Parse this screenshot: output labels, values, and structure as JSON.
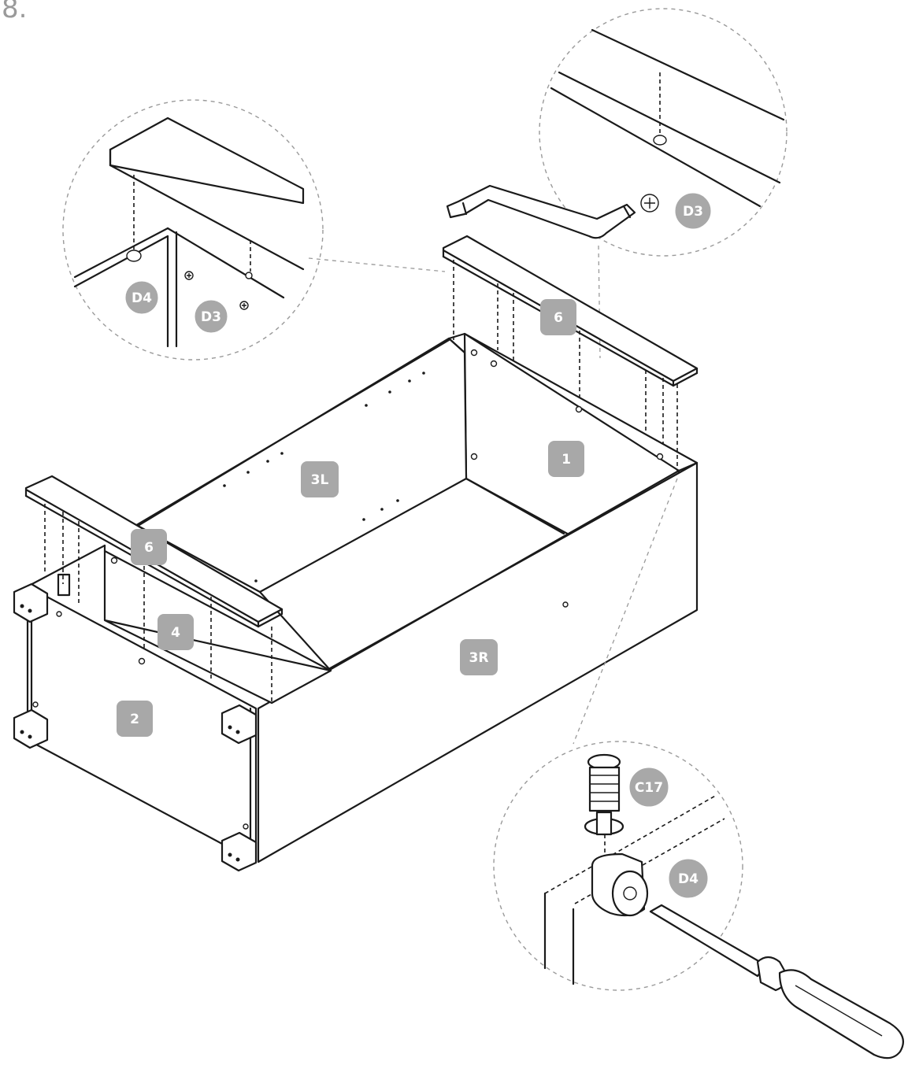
{
  "step_number": "8.",
  "part_labels": {
    "back_panel": "1",
    "front_panel": "2",
    "left_side": "3L",
    "right_side": "3R",
    "inner_panel": "4",
    "rail_top": "6",
    "rail_front": "6"
  },
  "hardware_labels": {
    "d3_top": "D3",
    "d3_left": "D3",
    "d4_left": "D4",
    "d4_bottom": "D4",
    "c17": "C17"
  },
  "colors": {
    "line": "#1a1a1a",
    "badge": "#a8a8a8",
    "badge_text": "#ffffff",
    "detail_circle": "#9a9a9a"
  },
  "icons": {
    "allen_key": "allen-key-icon",
    "screwdriver": "screwdriver-icon",
    "cam_lock": "cam-lock-icon",
    "cam_bolt": "cam-bolt-icon"
  }
}
